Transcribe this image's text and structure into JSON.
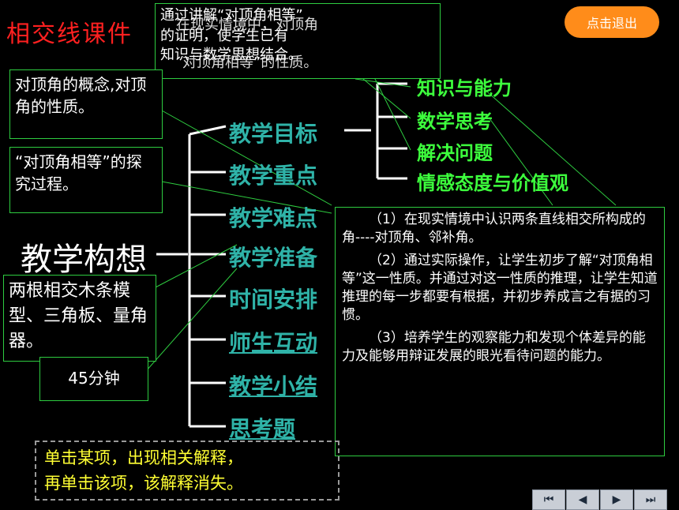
{
  "title": "相交线课件",
  "exit_label": "点击退出",
  "center_label": "教学构想",
  "nav_items": [
    "教学目标",
    "教学重点",
    "教学难点",
    "教学准备",
    "时间安排",
    "师生互动",
    "教学小结",
    "思考题"
  ],
  "goal_items": [
    "知识与能力",
    "数学思考",
    "解决问题",
    "情感态度与价值观"
  ],
  "key_point": "对顶角的概念,对顶角的性质。",
  "difficulty": "“对顶角相等”的探究过程。",
  "prep": "两根相交木条模型、三角板、量角器。",
  "time": "45分钟",
  "objectives": [
    "（1）在现实情境中认识两条直线相交所构成的角----对顶角、邻补角。",
    "（2）通过实际操作，让学生初步了解“对顶角相等”这一性质。并通过对这一性质的推理，让学生知道推理的每一步都要有根据，并初步养成言之有据的习惯。",
    "（3）培养学生的观察能力和发现个体差异的能力及能够用辩证发展的眼光看待问题的能力。"
  ],
  "overlap_lines": [
    "通过讲解“对顶角相等”",
    "的证明，使学生已有",
    "知识与数学思想结合。",
    "在现实情境中，对顶角",
    "对顶角相等”的性质。"
  ],
  "hint": [
    "单击某项，出现相关解释，",
    "再单击该项，该解释消失。"
  ],
  "nav_buttons": [
    "first",
    "prev",
    "next",
    "last"
  ],
  "nav_button_glyphs": [
    "⏮",
    "◀",
    "▶",
    "⏭"
  ]
}
